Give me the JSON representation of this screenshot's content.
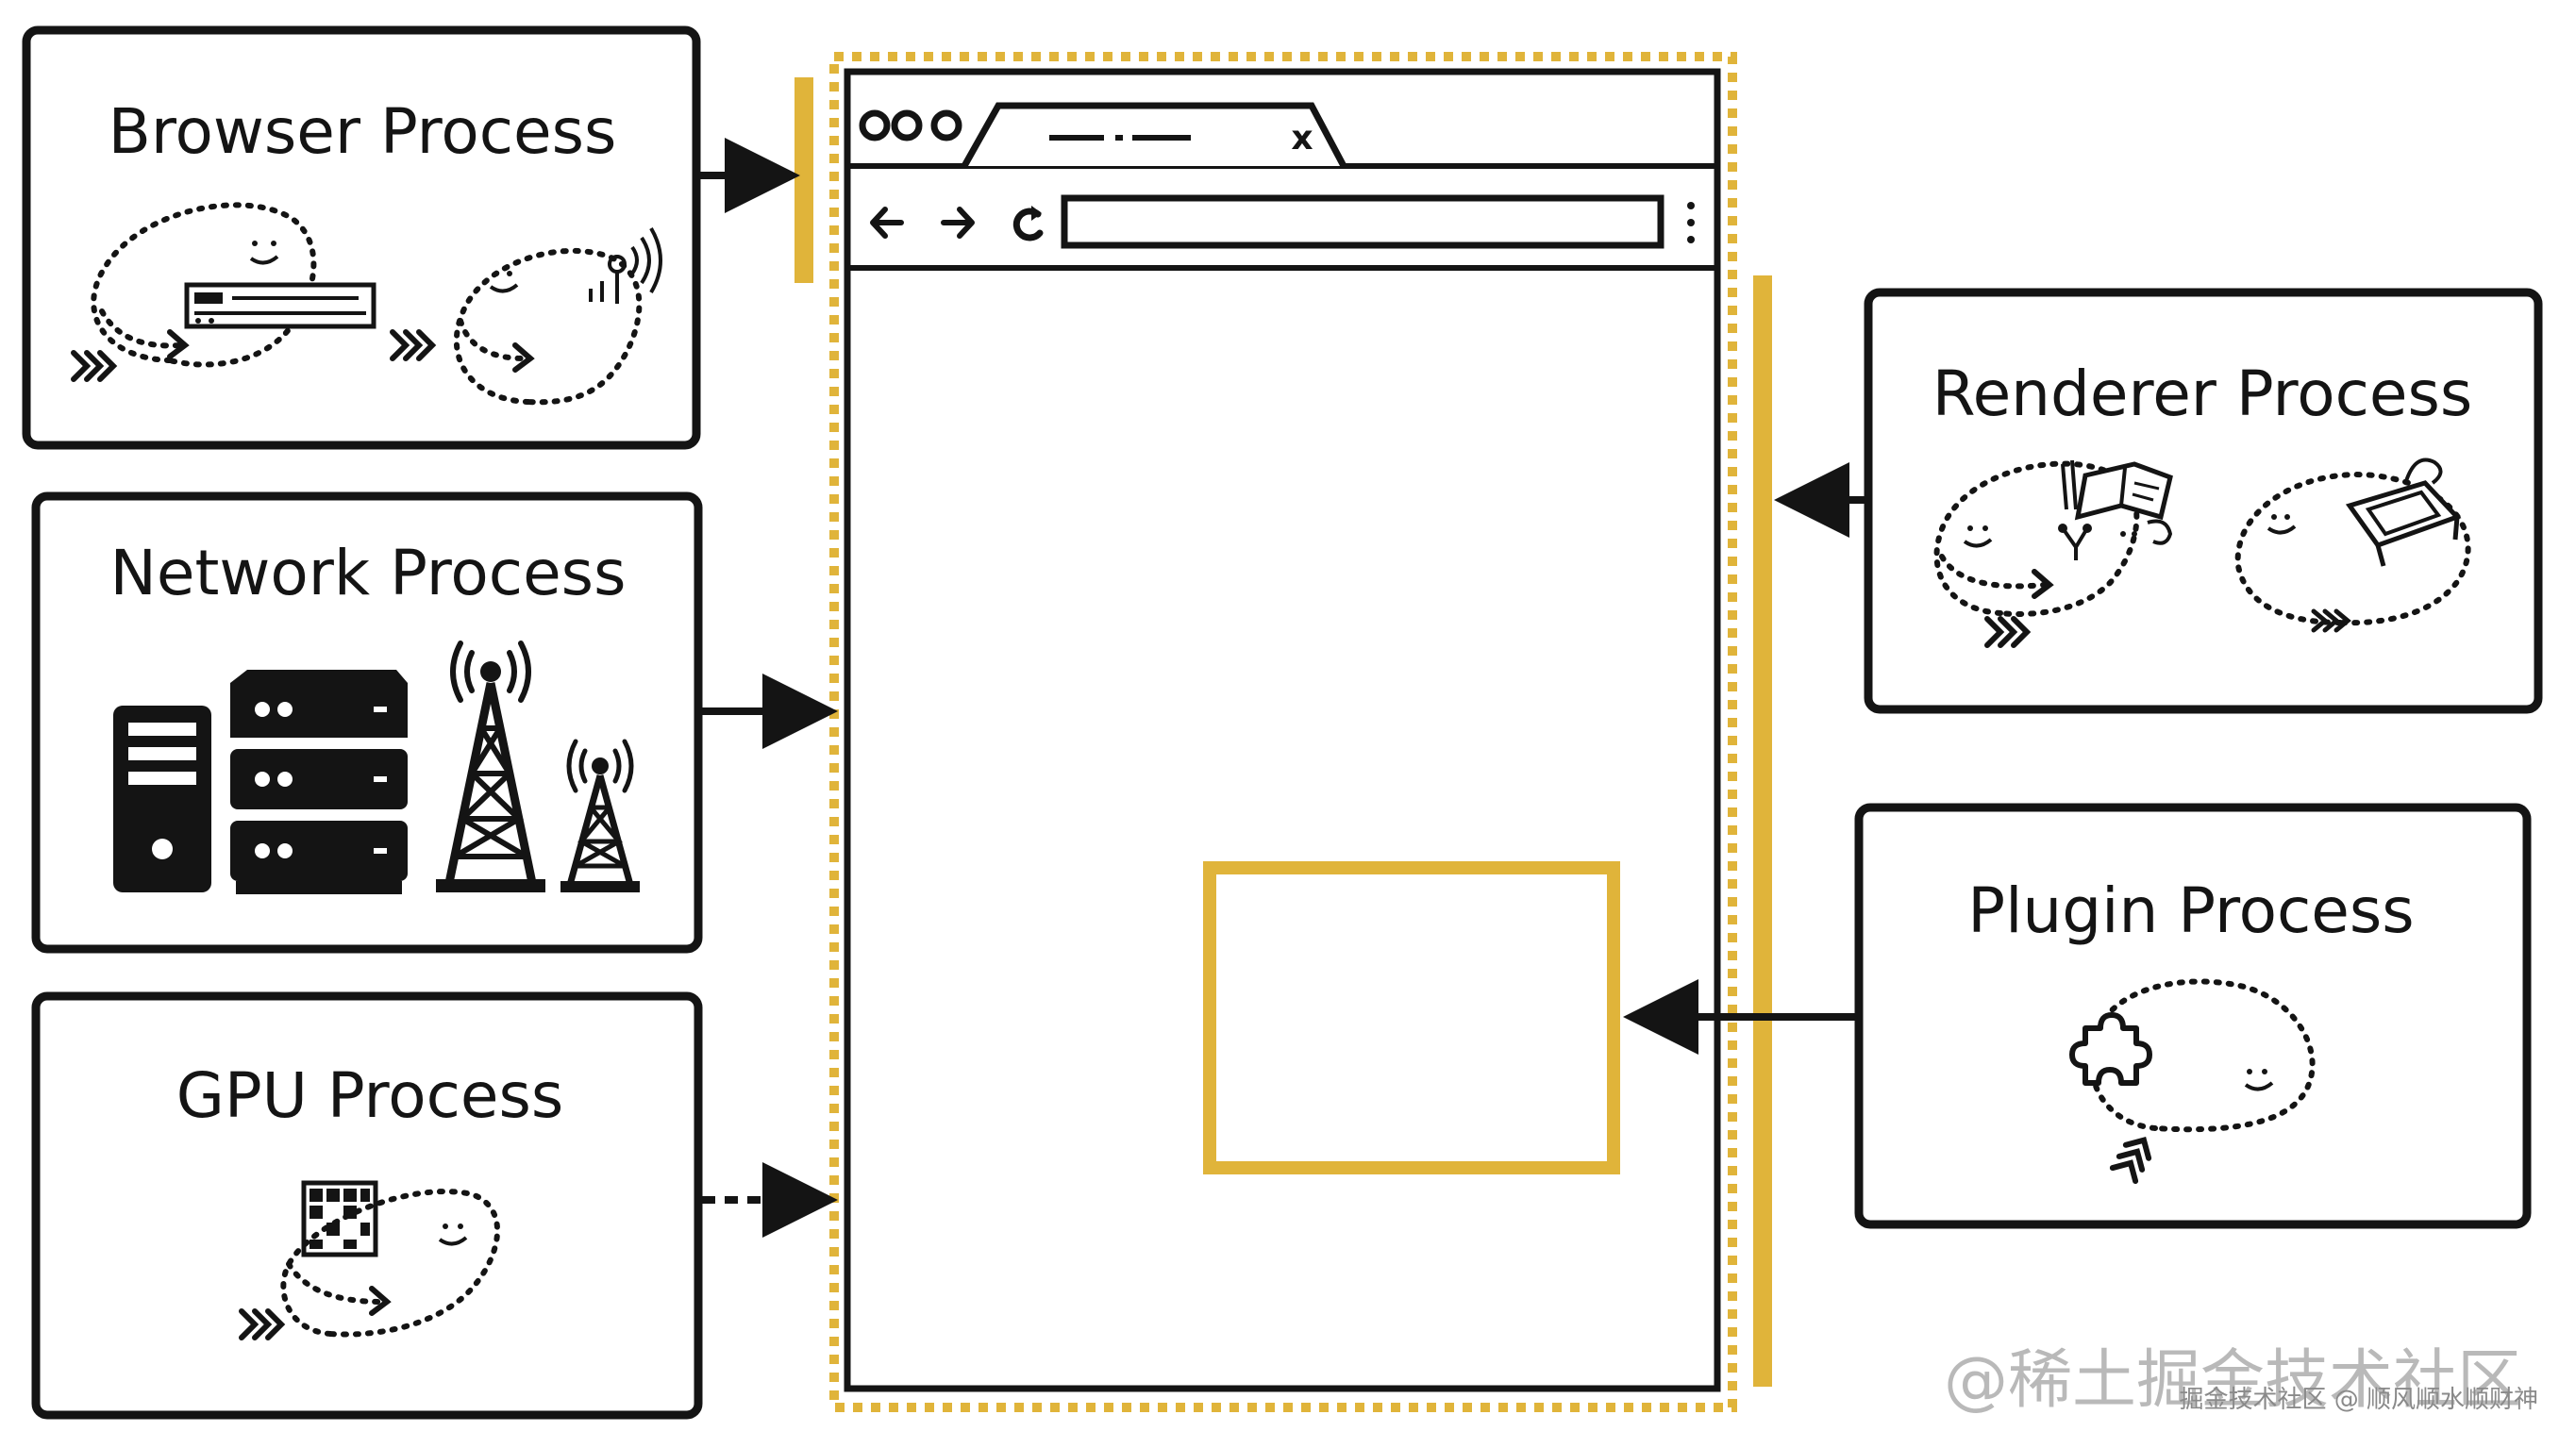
{
  "processes": {
    "browser": {
      "title": "Browser Process"
    },
    "network": {
      "title": "Network Process"
    },
    "gpu": {
      "title": "GPU Process"
    },
    "renderer": {
      "title": "Renderer Process"
    },
    "plugin": {
      "title": "Plugin Process"
    }
  },
  "browser_window": {
    "tab_close_glyph": "x"
  },
  "watermark": {
    "large": "@稀土掘金技术社区",
    "small": "掘金技术社区 @ 顺风顺水顺财神"
  },
  "colors": {
    "accent_gold": "#E0B43A",
    "stroke": "#141414",
    "background": "#FFFFFF"
  },
  "icons": [
    "server-rack-icon",
    "tower-computer-icon",
    "radio-tower-icon",
    "gpu-chip-icon",
    "puzzle-piece-icon",
    "book-icon",
    "laptop-icon",
    "smiley-blob-icon"
  ]
}
